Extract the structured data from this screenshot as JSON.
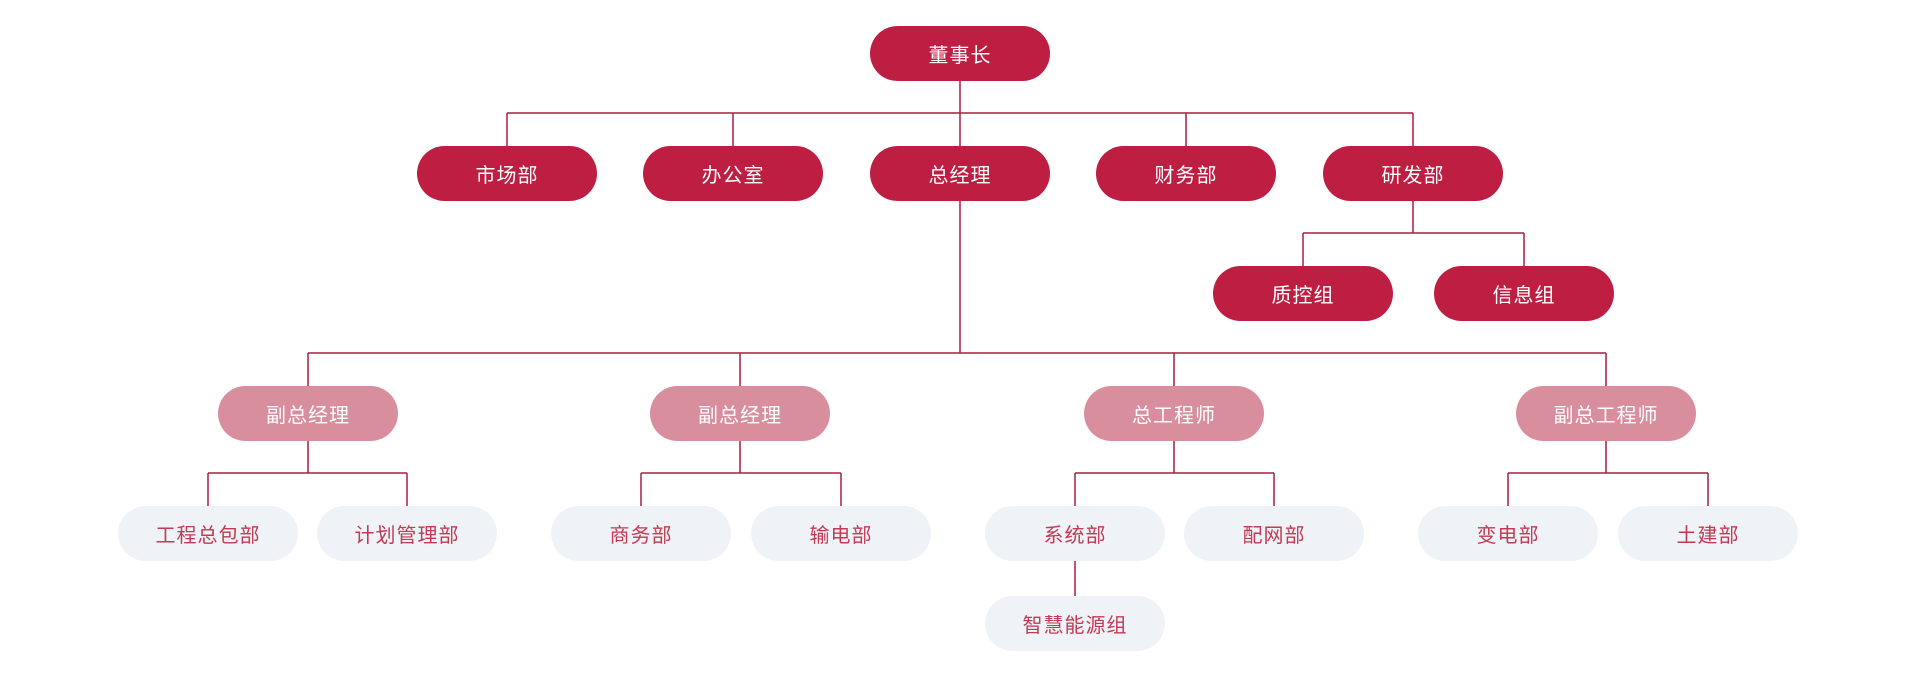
{
  "colors": {
    "page_background": "#ffffff",
    "primary": "#bd1e42",
    "secondary": "#d98e9e",
    "tertiary_bg": "#eff3f7",
    "tertiary_text": "#c23a53",
    "line": "#ab1f3f",
    "text_on_dark": "#ffffff"
  },
  "org_chart": {
    "type": "organization-tree",
    "nodes": [
      {
        "id": "chairman",
        "label": "董事长",
        "variant": "primary",
        "children": [
          "marketing",
          "office",
          "general-manager",
          "finance",
          "rd"
        ]
      },
      {
        "id": "marketing",
        "label": "市场部",
        "variant": "primary",
        "children": []
      },
      {
        "id": "office",
        "label": "办公室",
        "variant": "primary",
        "children": []
      },
      {
        "id": "general-manager",
        "label": "总经理",
        "variant": "primary",
        "children": [
          "deputy-gm-1",
          "deputy-gm-2",
          "chief-engineer",
          "deputy-chief-engineer"
        ]
      },
      {
        "id": "finance",
        "label": "财务部",
        "variant": "primary",
        "children": []
      },
      {
        "id": "rd",
        "label": "研发部",
        "variant": "primary",
        "children": [
          "qc-group",
          "info-group"
        ]
      },
      {
        "id": "qc-group",
        "label": "质控组",
        "variant": "primary",
        "children": []
      },
      {
        "id": "info-group",
        "label": "信息组",
        "variant": "primary",
        "children": []
      },
      {
        "id": "deputy-gm-1",
        "label": "副总经理",
        "variant": "secondary",
        "children": [
          "epc",
          "planning"
        ]
      },
      {
        "id": "deputy-gm-2",
        "label": "副总经理",
        "variant": "secondary",
        "children": [
          "commerce",
          "transmission"
        ]
      },
      {
        "id": "chief-engineer",
        "label": "总工程师",
        "variant": "secondary",
        "children": [
          "system",
          "distribution"
        ]
      },
      {
        "id": "deputy-chief-engineer",
        "label": "副总工程师",
        "variant": "secondary",
        "children": [
          "substation",
          "civil"
        ]
      },
      {
        "id": "epc",
        "label": "工程总包部",
        "variant": "tertiary",
        "children": []
      },
      {
        "id": "planning",
        "label": "计划管理部",
        "variant": "tertiary",
        "children": []
      },
      {
        "id": "commerce",
        "label": "商务部",
        "variant": "tertiary",
        "children": []
      },
      {
        "id": "transmission",
        "label": "输电部",
        "variant": "tertiary",
        "children": []
      },
      {
        "id": "system",
        "label": "系统部",
        "variant": "tertiary",
        "children": [
          "smart-energy"
        ]
      },
      {
        "id": "distribution",
        "label": "配网部",
        "variant": "tertiary",
        "children": []
      },
      {
        "id": "substation",
        "label": "变电部",
        "variant": "tertiary",
        "children": []
      },
      {
        "id": "civil",
        "label": "土建部",
        "variant": "tertiary",
        "children": []
      },
      {
        "id": "smart-energy",
        "label": "智慧能源组",
        "variant": "tertiary",
        "children": []
      }
    ]
  }
}
